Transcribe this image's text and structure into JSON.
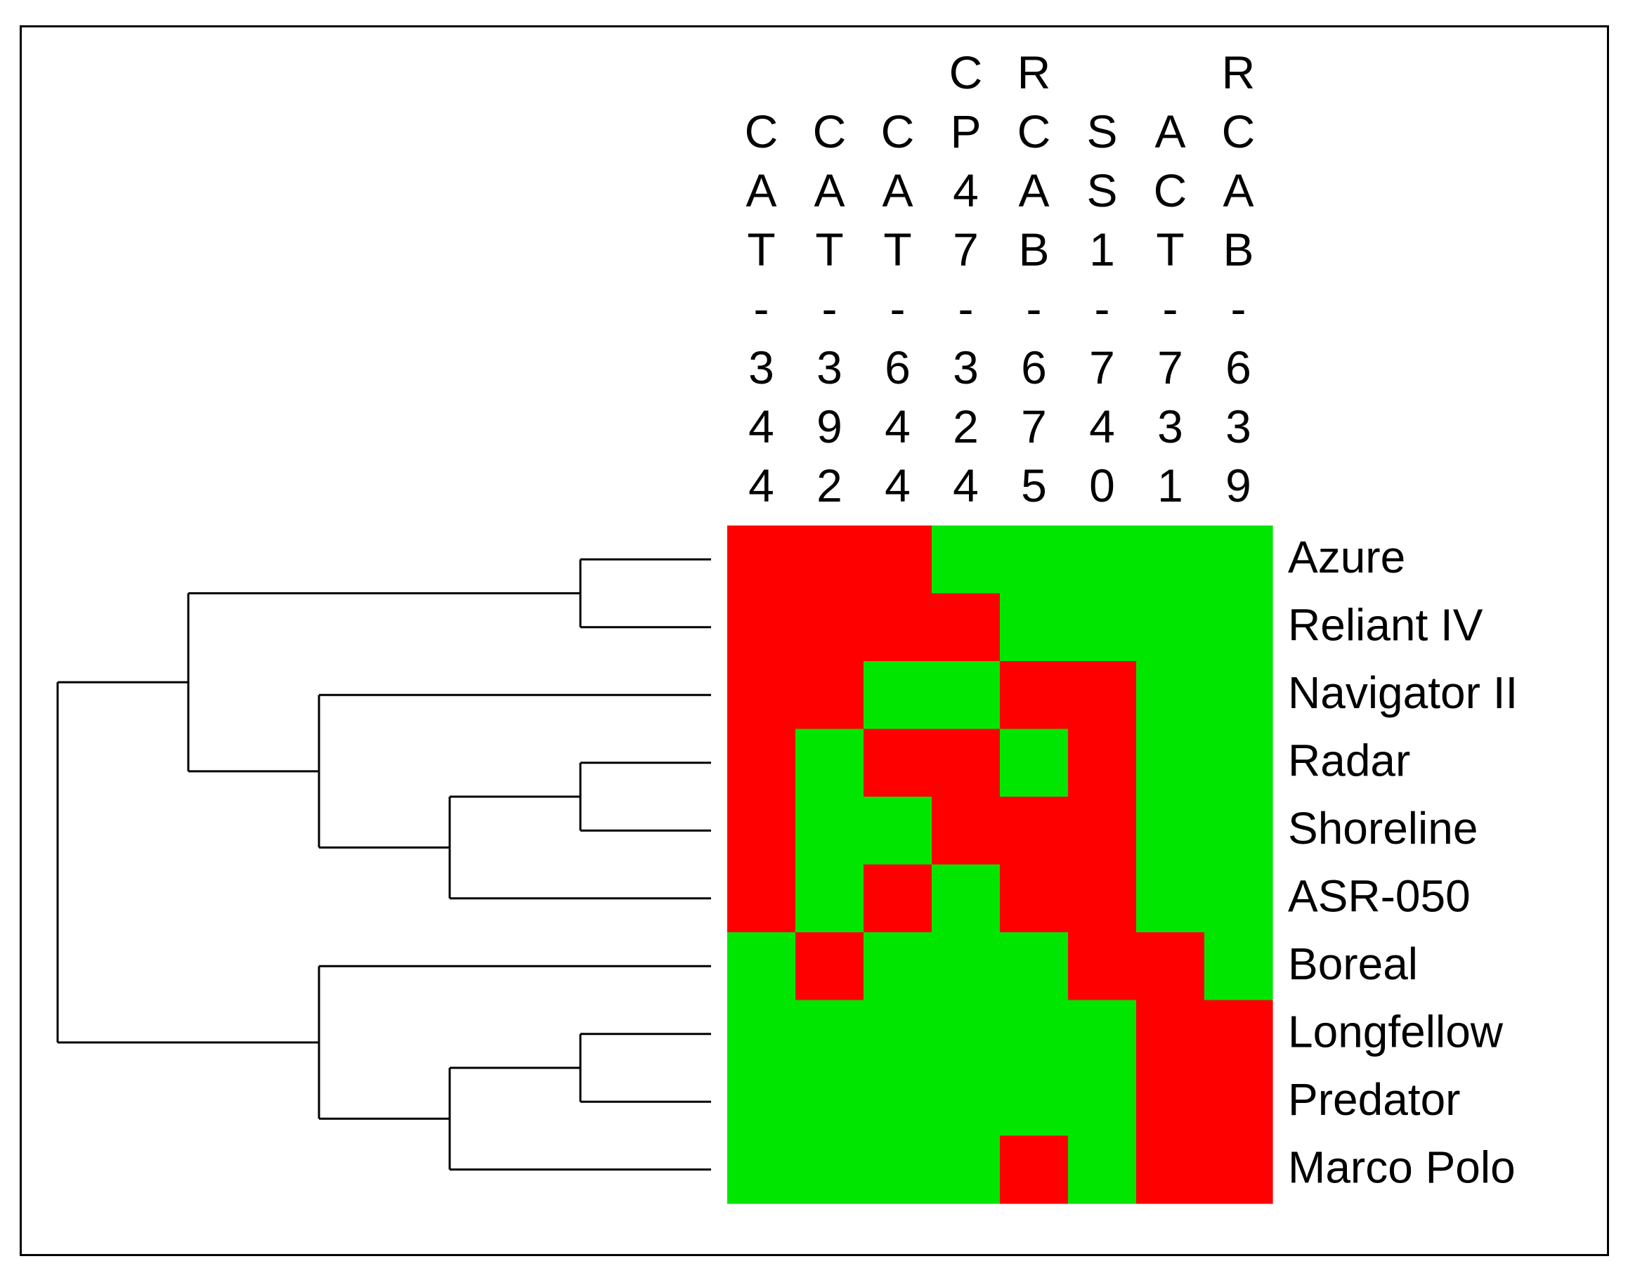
{
  "chart_data": {
    "type": "heatmap",
    "columns": [
      "CAT-344",
      "CAT-392",
      "CAT-644",
      "CP47-324",
      "RCAB-675",
      "SS1-740",
      "ACT-731",
      "RCAB-639"
    ],
    "rows": [
      "Azure",
      "Reliant IV",
      "Navigator II",
      "Radar",
      "Shoreline",
      "ASR-050",
      "Boreal",
      "Longfellow",
      "Predator",
      "Marco Polo"
    ],
    "matrix": [
      [
        1,
        1,
        1,
        0,
        0,
        0,
        0,
        0
      ],
      [
        1,
        1,
        1,
        1,
        0,
        0,
        0,
        0
      ],
      [
        1,
        1,
        0,
        0,
        1,
        1,
        0,
        0
      ],
      [
        1,
        0,
        1,
        1,
        0,
        1,
        0,
        0
      ],
      [
        1,
        0,
        0,
        1,
        1,
        1,
        0,
        0
      ],
      [
        1,
        0,
        1,
        0,
        1,
        1,
        0,
        0
      ],
      [
        0,
        1,
        0,
        0,
        0,
        1,
        1,
        0
      ],
      [
        0,
        0,
        0,
        0,
        0,
        0,
        1,
        1
      ],
      [
        0,
        0,
        0,
        0,
        0,
        0,
        1,
        1
      ],
      [
        0,
        0,
        0,
        0,
        1,
        0,
        1,
        1
      ]
    ],
    "colors": {
      "1": "#ff0000",
      "0": "#00e600"
    },
    "dendrogram": "(((Azure,Reliant IV),(Navigator II,((Radar,Shoreline),ASR-050))),(Boreal,((Longfellow,Predator),Marco Polo)))",
    "legend": "none",
    "grid": false
  }
}
